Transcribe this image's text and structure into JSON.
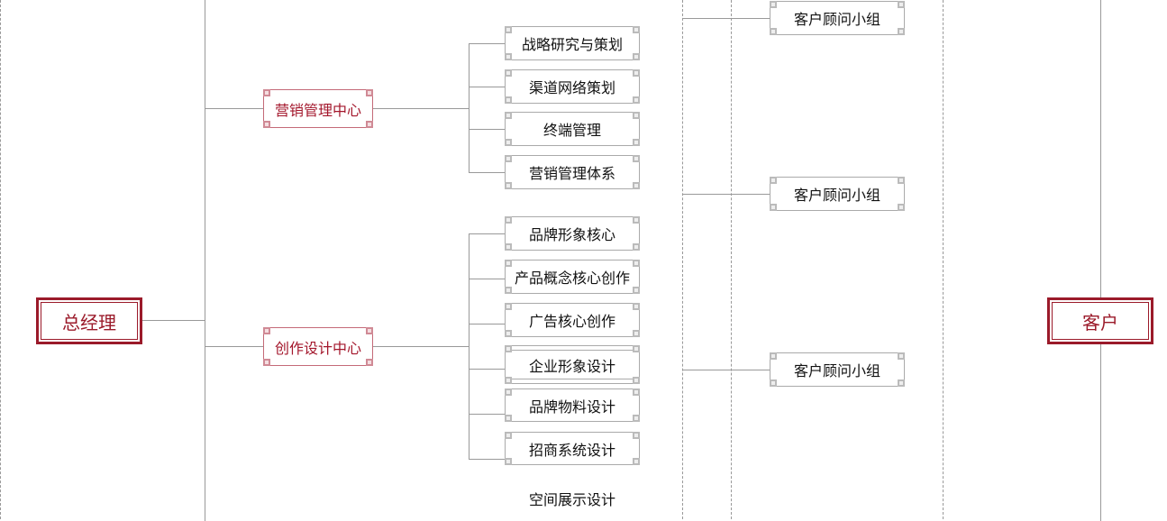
{
  "root": {
    "label": "总经理"
  },
  "customer": {
    "label": "客户"
  },
  "centers": [
    {
      "label": "营销管理中心",
      "children": [
        "战略研究与策划",
        "渠道网络策划",
        "终端管理",
        "营销管理体系"
      ]
    },
    {
      "label": "创作设计中心",
      "children": [
        "品牌形象核心",
        "产品概念核心创作",
        "广告核心创作",
        "企业形象设计",
        "品牌物料设计",
        "招商系统设计"
      ]
    }
  ],
  "extra_item": "空间展示设计",
  "consultant_groups": [
    "客户顾问小组",
    "客户顾问小组",
    "客户顾问小组"
  ],
  "colors": {
    "accent": "#9b1a2a",
    "line": "#999999"
  }
}
